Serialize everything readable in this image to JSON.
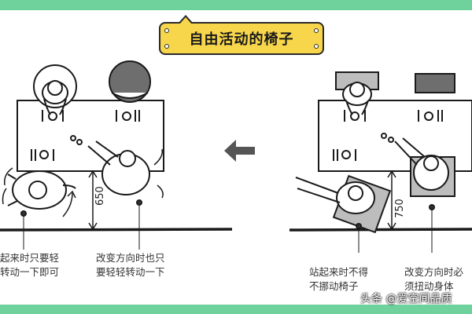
{
  "title": "自由活动的椅子",
  "left_panel": {
    "dimension": "650",
    "caption_left": "起来时只要轻\n转动一下即可",
    "caption_right": "改变方向时也只\n要轻轻转动一下"
  },
  "right_panel": {
    "dimension": "750",
    "caption_left": "站起来时不得\n不挪动椅子",
    "caption_right": "改变方向时必\n须扭动身体"
  },
  "watermark": "头条 @爱空间品质",
  "colors": {
    "band": "#6fd19c",
    "badge": "#f7d64b",
    "arrow": "#555555"
  }
}
